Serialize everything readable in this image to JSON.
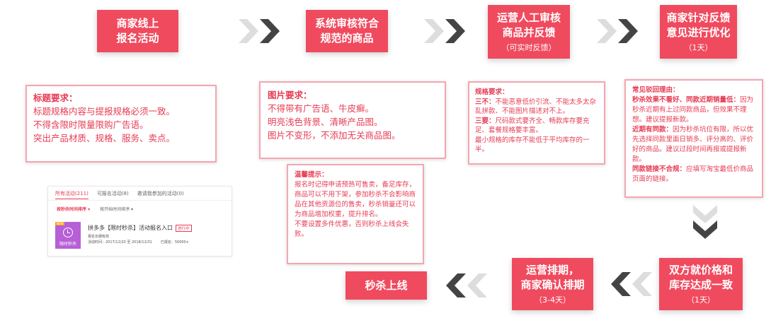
{
  "steps": {
    "s1": {
      "title": [
        "商家线上",
        "报名活动"
      ]
    },
    "s2": {
      "title": [
        "系统审核符合",
        "规范的商品"
      ]
    },
    "s3": {
      "title": [
        "运营人工审核",
        "商品并反馈"
      ],
      "sub": "（可实时反馈）"
    },
    "s4": {
      "title": [
        "商家针对反馈",
        "意见进行优化"
      ],
      "sub": "（1天）"
    },
    "s5": {
      "title": [
        "双方就价格和",
        "库存达成一致"
      ],
      "sub": "（1天）"
    },
    "s6": {
      "title": [
        "运营排期，",
        "商家确认排期"
      ],
      "sub": "（3-4天）"
    },
    "s7": {
      "title": [
        "秒杀上线"
      ]
    }
  },
  "notes": {
    "title_req": {
      "heading": "标题要求：",
      "lines": [
        "标题规格内容与提报规格必须一致。",
        "不得含限时限量限购广告语。",
        "突出产品材质、规格、服务、卖点。"
      ]
    },
    "image_req": {
      "heading": "图片要求：",
      "lines": [
        "不得带有广告语、牛皮癣。",
        "明亮浅色背景、清晰产品图。",
        "图片不变形，不添加无关商品图。"
      ]
    },
    "spec_req": {
      "heading": "规格要求：",
      "line1_bold": "三不：",
      "line1": "不能恶意低价引流、不能太多太杂乱拼款、不能图片描述对不上。",
      "line2_bold": "三要：",
      "line2": "尺码款式要齐全、畅款库存要充足、套餐规格要丰富。",
      "line3": "最小规格的库存不能低于平均库存的一半。"
    },
    "reject": {
      "heading": "常见驳回理由：",
      "r1_bold": "秒杀效果不看好、同款近期销量低：",
      "r1": "因为秒杀近期有上过同款商品，但效果不理想。建议提报新款。",
      "r2_bold": "近期有同款：",
      "r2": "因为秒杀坑位有限，所以优先选择同款里面日销多、评分高的、评价好的商品。建议过段时间再报或提报新款。",
      "r3_bold": "同款链接不合规：",
      "r3": "应填写淘宝最低价商品页面的链接。"
    },
    "tips": {
      "heading": "温馨提示：",
      "p1": "报名时记得申请预热可售卖，备足库存，商品可以不用下架，参加秒杀不会影响商品在其他资源位的售卖，秒杀销量还可以为商品增加权重，提升排名。",
      "p2": "不要设置多件优惠，否则秒杀上线会失败。"
    }
  },
  "mock": {
    "tabs": [
      "所有活动(211)",
      "可报名活动(8)",
      "邀请我参加的活动(0)"
    ],
    "filters": [
      "按秒杀时间排序 ▾",
      "按开始时间排序 ▾"
    ],
    "thumb_tag": "NEW",
    "thumb_caption": "限时秒杀",
    "item_title": "拼多多【限时秒杀】活动报名入口",
    "item_button": "进行中",
    "item_sub": "报名长期有效",
    "item_time": "活动时间：2017/12/20 至 2018/12/31",
    "item_count": "已报名：50000+"
  },
  "colors": {
    "accent": "#f04a5e",
    "note_border": "#f3a6b0",
    "note_text": "#e63c54",
    "arrow_light": "#dddddd",
    "arrow_dark": "#444444"
  },
  "icons": [
    "double-chevron-right-icon",
    "double-chevron-down-icon",
    "double-chevron-left-icon",
    "clock-icon"
  ]
}
